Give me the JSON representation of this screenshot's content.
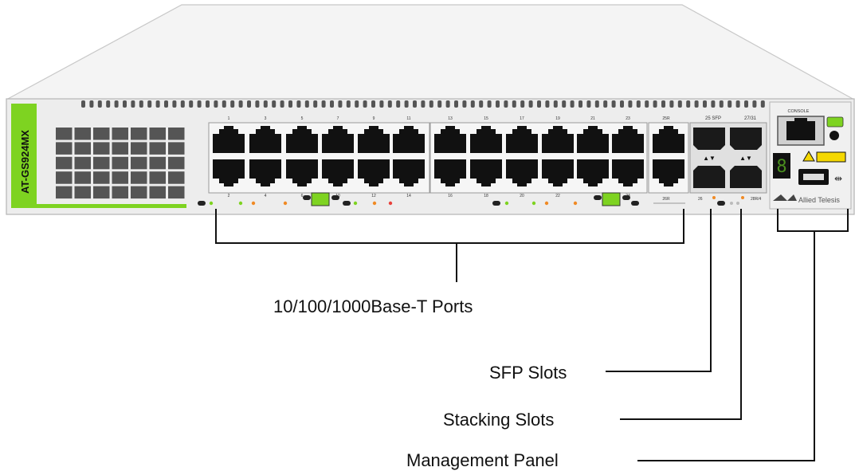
{
  "device": {
    "model": "AT-GS924MX",
    "brand": "Allied Telesis",
    "console_label": "CONSOLE",
    "sfp_header": "25 SFP",
    "sfp_header_right": "27/31",
    "stack_digit": "8",
    "top_port_numbers": [
      "1",
      "3",
      "5",
      "7",
      "9",
      "11",
      "13",
      "15",
      "17",
      "19",
      "21",
      "23"
    ],
    "bottom_port_numbers": [
      "2",
      "4",
      "6",
      "10",
      "12",
      "14",
      "16",
      "18",
      "20",
      "22",
      "24"
    ],
    "combo_top": "25R",
    "combo_bottom": "26R",
    "combo_left_bottom": "26",
    "stack_bottom": "28R/4",
    "colors": {
      "brand_green": "#7ed321",
      "port_black": "#111111",
      "chassis": "#eeeeee",
      "led_yellow": "#f5d800"
    }
  },
  "callouts": {
    "ports": "10/100/1000Base-T Ports",
    "sfp": "SFP Slots",
    "stacking": "Stacking Slots",
    "management": "Management Panel"
  }
}
